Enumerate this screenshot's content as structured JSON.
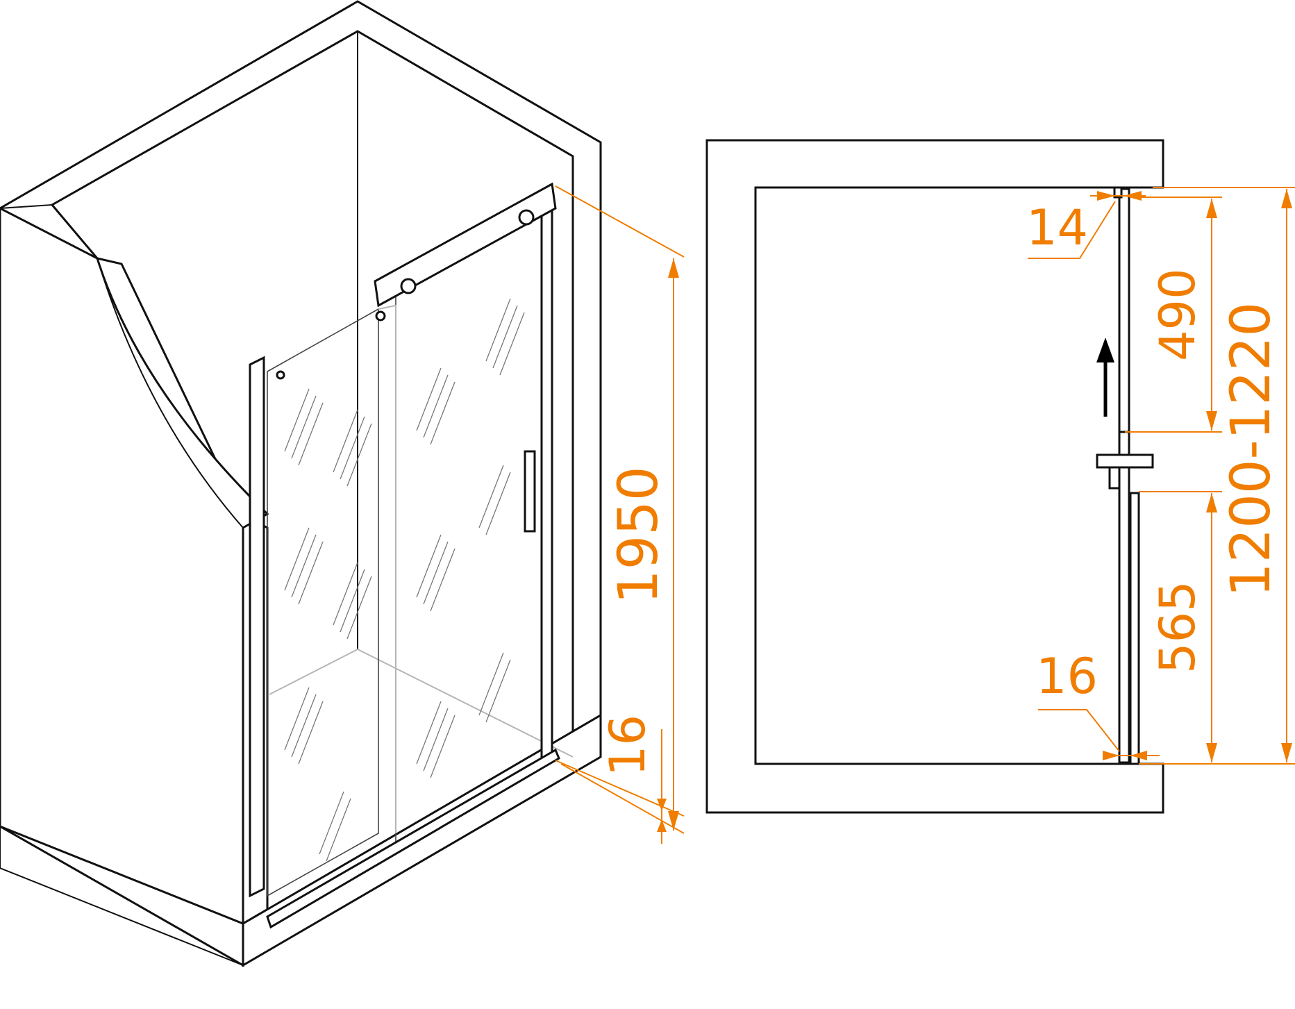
{
  "colors": {
    "outline": "#111111",
    "dimension": "#f07d00",
    "glass_ghost": "#b5b5b5"
  },
  "iso_view": {
    "height_label": "1950",
    "bottom_gap_label": "16"
  },
  "plan_view": {
    "top_gap_label": "14",
    "upper_span_label": "490",
    "lower_span_label": "565",
    "bottom_gap_label": "16",
    "total_width_label": "1200-1220",
    "arrow_icon": "arrow-up"
  }
}
